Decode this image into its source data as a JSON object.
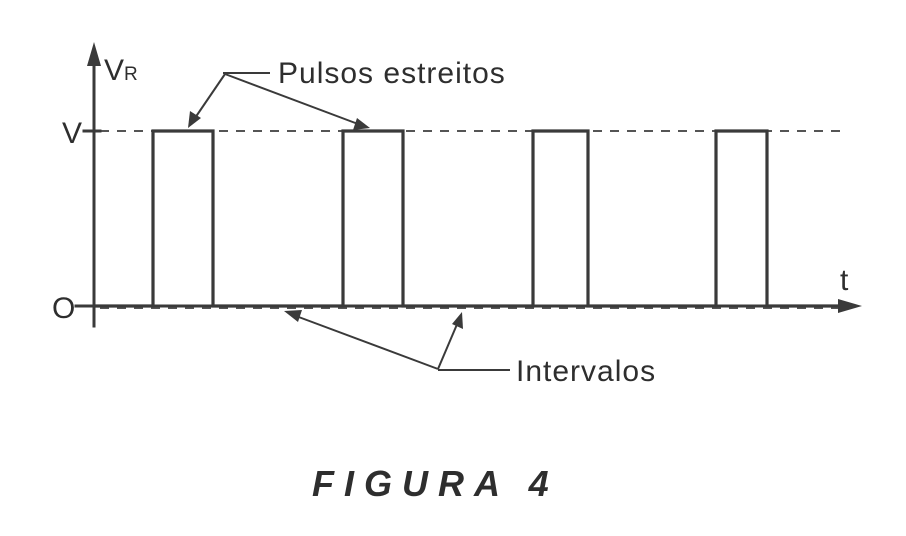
{
  "axis_labels": {
    "y_main": "V",
    "y_sub": "R",
    "x": "t"
  },
  "levels": {
    "high": "V",
    "low": "O"
  },
  "annotations": {
    "pulses": "Pulsos estreitos",
    "intervals": "Intervalos"
  },
  "caption": "FIGURA 4",
  "colors": {
    "ink": "#3a3a3a",
    "background": "#ffffff"
  }
}
